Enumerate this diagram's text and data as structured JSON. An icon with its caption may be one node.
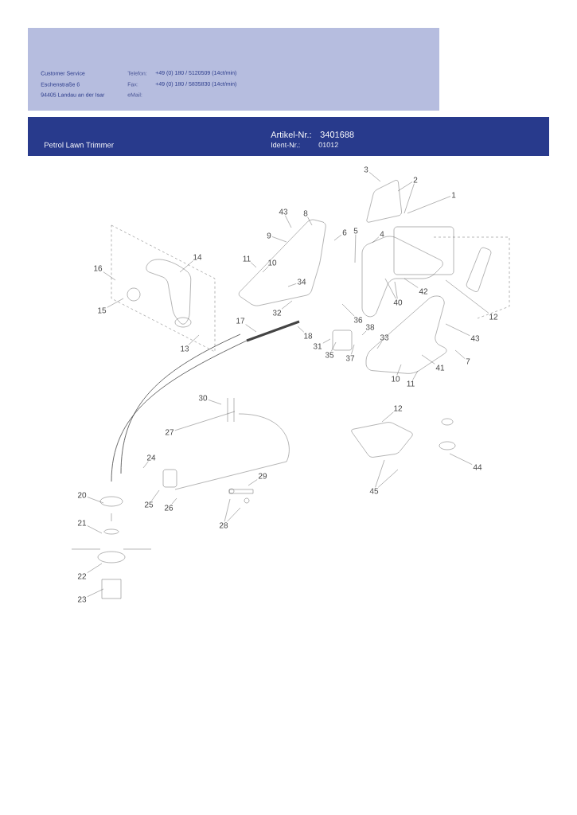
{
  "diagram": {
    "title": "Petrol Lawn Trimmer",
    "nodes": [
      {
        "text": [
          "1"
        ]
      },
      {
        "text": [
          "2"
        ]
      },
      {
        "text": [
          "3"
        ]
      },
      {
        "text": [
          "43"
        ]
      },
      {
        "text": [
          "8"
        ]
      },
      {
        "text": [
          "6"
        ]
      },
      {
        "text": [
          "5"
        ]
      },
      {
        "text": [
          "4"
        ]
      },
      {
        "text": [
          "9"
        ]
      },
      {
        "text": [
          "11"
        ]
      },
      {
        "text": [
          "10"
        ]
      },
      {
        "text": [
          "14"
        ]
      },
      {
        "text": [
          "16"
        ]
      },
      {
        "text": [
          "15"
        ]
      },
      {
        "text": [
          "34"
        ]
      },
      {
        "text": [
          "42"
        ]
      },
      {
        "text": [
          "32"
        ]
      },
      {
        "text": [
          "36"
        ]
      },
      {
        "text": [
          "40"
        ]
      },
      {
        "text": [
          "12"
        ]
      },
      {
        "text": [
          "17"
        ]
      },
      {
        "text": [
          "18"
        ]
      },
      {
        "text": [
          "38"
        ]
      },
      {
        "text": [
          "33"
        ]
      },
      {
        "text": [
          "43"
        ]
      },
      {
        "text": [
          "13"
        ]
      },
      {
        "text": [
          "31"
        ]
      },
      {
        "text": [
          "35"
        ]
      },
      {
        "text": [
          "37"
        ]
      },
      {
        "text": [
          "7"
        ]
      },
      {
        "text": [
          "41"
        ]
      },
      {
        "text": [
          "10"
        ]
      },
      {
        "text": [
          "11"
        ]
      },
      {
        "text": [
          "30"
        ]
      },
      {
        "text": [
          "27"
        ]
      },
      {
        "text": [
          "24"
        ]
      },
      {
        "text": [
          "12"
        ]
      },
      {
        "text": [
          "44"
        ]
      },
      {
        "text": [
          "29"
        ]
      },
      {
        "text": [
          "20"
        ]
      },
      {
        "text": [
          "25"
        ]
      },
      {
        "text": [
          "26"
        ]
      },
      {
        "text": [
          "28"
        ]
      },
      {
        "text": [
          "45"
        ]
      },
      {
        "text": [
          "21"
        ]
      },
      {
        "text": [
          "22"
        ]
      },
      {
        "text": [
          "23"
        ]
      }
    ],
    "edges": [
      {
        "from": 0,
        "to": null,
        "arrow": "none"
      },
      {
        "from": 1,
        "to": null,
        "arrow": "none"
      },
      {
        "from": 1,
        "to": null,
        "arrow": "none"
      },
      {
        "from": 2,
        "to": null,
        "arrow": "none"
      },
      {
        "from": 3,
        "to": null,
        "arrow": "none"
      },
      {
        "from": 4,
        "to": null,
        "arrow": "none"
      },
      {
        "from": 5,
        "to": null,
        "arrow": "none"
      },
      {
        "from": 6,
        "to": null,
        "arrow": "none"
      },
      {
        "from": 7,
        "to": null,
        "arrow": "none"
      },
      {
        "from": 8,
        "to": null,
        "arrow": "none"
      },
      {
        "from": 9,
        "to": null,
        "arrow": "none"
      },
      {
        "from": 10,
        "to": null,
        "arrow": "none"
      },
      {
        "from": 11,
        "to": null,
        "arrow": "none"
      },
      {
        "from": 12,
        "to": null,
        "arrow": "none"
      },
      {
        "from": 13,
        "to": null,
        "arrow": "none"
      },
      {
        "from": 14,
        "to": null,
        "arrow": "none"
      },
      {
        "from": 15,
        "to": null,
        "arrow": "none"
      },
      {
        "from": 16,
        "to": null,
        "arrow": "none"
      },
      {
        "from": 17,
        "to": null,
        "arrow": "none"
      },
      {
        "from": 18,
        "to": null,
        "arrow": "none"
      },
      {
        "from": 18,
        "to": null,
        "arrow": "none"
      },
      {
        "from": 19,
        "to": null,
        "arrow": "none"
      },
      {
        "from": 20,
        "to": null,
        "arrow": "none"
      },
      {
        "from": 21,
        "to": null,
        "arrow": "none"
      },
      {
        "from": 22,
        "to": null,
        "arrow": "none"
      },
      {
        "from": 23,
        "to": null,
        "arrow": "none"
      },
      {
        "from": 24,
        "to": null,
        "arrow": "none"
      },
      {
        "from": 25,
        "to": null,
        "arrow": "none"
      },
      {
        "from": 26,
        "to": null,
        "arrow": "none"
      },
      {
        "from": 27,
        "to": null,
        "arrow": "none"
      },
      {
        "from": 28,
        "to": null,
        "arrow": "none"
      },
      {
        "from": 29,
        "to": null,
        "arrow": "none"
      },
      {
        "from": 30,
        "to": null,
        "arrow": "none"
      },
      {
        "from": 31,
        "to": null,
        "arrow": "none"
      },
      {
        "from": 32,
        "to": null,
        "arrow": "none"
      },
      {
        "from": 33,
        "to": null,
        "arrow": "none"
      },
      {
        "from": 34,
        "to": null,
        "arrow": "none"
      },
      {
        "from": 35,
        "to": null,
        "arrow": "none"
      },
      {
        "from": 36,
        "to": null,
        "arrow": "none"
      },
      {
        "from": 37,
        "to": null,
        "arrow": "none"
      },
      {
        "from": 38,
        "to": null,
        "arrow": "none"
      },
      {
        "from": 39,
        "to": null,
        "arrow": "none"
      },
      {
        "from": 40,
        "to": null,
        "arrow": "none"
      },
      {
        "from": 41,
        "to": null,
        "arrow": "none"
      },
      {
        "from": 42,
        "to": null,
        "arrow": "none"
      },
      {
        "from": 42,
        "to": null,
        "arrow": "none"
      },
      {
        "from": 43,
        "to": null,
        "arrow": "none"
      },
      {
        "from": 43,
        "to": null,
        "arrow": "none"
      },
      {
        "from": 44,
        "to": null,
        "arrow": "none"
      },
      {
        "from": 45,
        "to": null,
        "arrow": "none"
      },
      {
        "from": 46,
        "to": null,
        "arrow": "none"
      }
    ],
    "labels": [
      "Customer Service",
      "Eschenstraße 6",
      "94405 Landau an der Isar",
      "Telefon:",
      "+49 (0) 180 / 5120509 (14ct/min)",
      "Fax:",
      "+49 (0) 180 / 5835830 (14ct/min)",
      "eMail:",
      "Artikel-Nr.:",
      "3401688",
      "Ident-Nr.:",
      "01012"
    ]
  }
}
